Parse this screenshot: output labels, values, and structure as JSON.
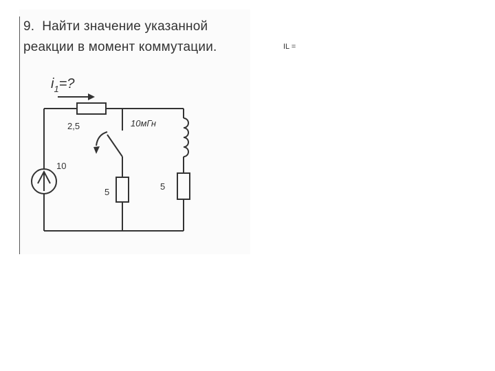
{
  "problem": {
    "number": "9.",
    "line1": "Найти значение указанной",
    "line2": "реакции в момент коммутации."
  },
  "side_label": "IL =",
  "circuit": {
    "current_label": "i",
    "current_subscript": "1",
    "current_suffix": "=?",
    "resistor_top": "2,5",
    "inductor_label": "10мГн",
    "source_label": "10",
    "resistor_middle": "5",
    "resistor_right": "5"
  }
}
